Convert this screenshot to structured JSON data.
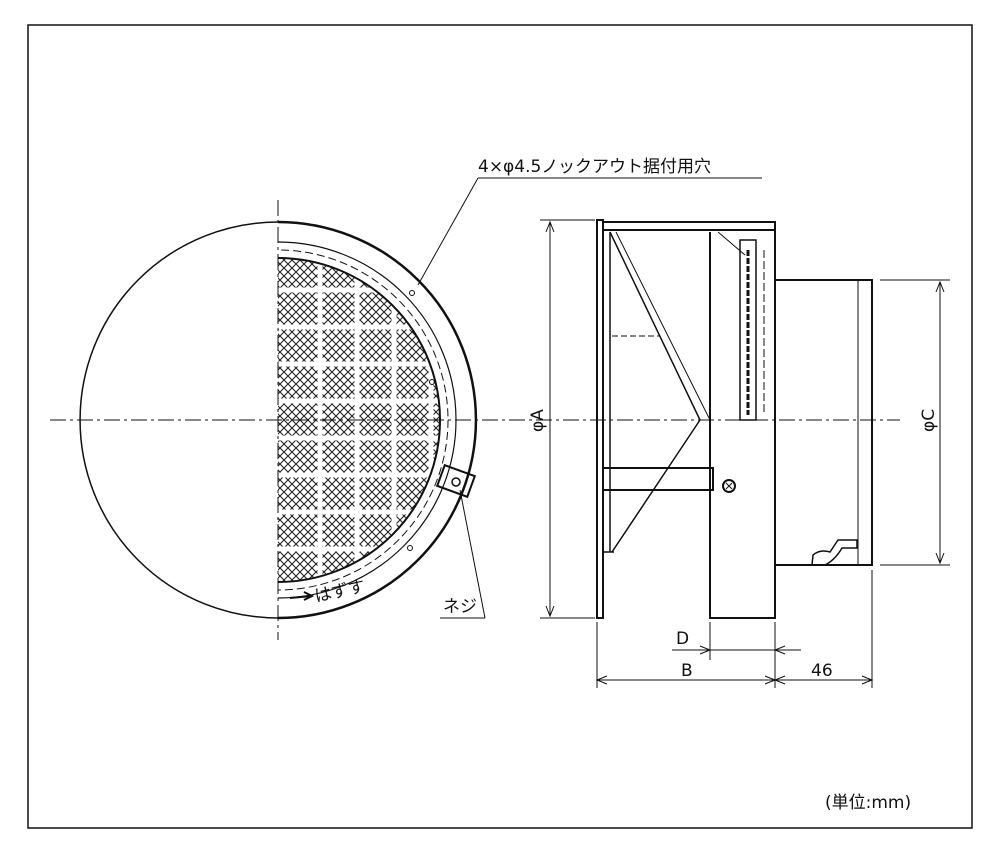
{
  "drawing": {
    "knockout_note": "4×φ4.5ノックアウト据付用穴",
    "screw_label": "ネジ",
    "remove_label": "はずす",
    "dim_a": "φA",
    "dim_b": "B",
    "dim_c": "φC",
    "dim_d": "D",
    "dim_46": "46",
    "unit_note": "(単位:mm)"
  }
}
